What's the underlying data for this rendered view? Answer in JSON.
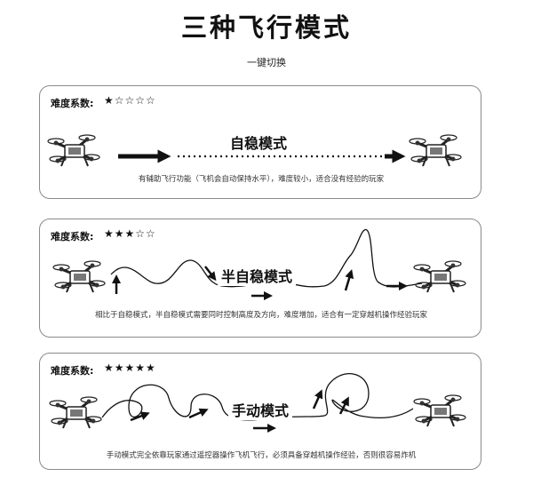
{
  "header": {
    "title": "三种飞行模式",
    "subtitle": "一键切换"
  },
  "difficulty_label": "难度系数:",
  "modes": [
    {
      "name": "自稳模式",
      "stars": "★☆☆☆☆",
      "stars_filled": 1,
      "description": "有辅助飞行功能（飞机会自动保持水平），难度较小，适合没有经验的玩家"
    },
    {
      "name": "半自稳模式",
      "stars": "★★★☆☆",
      "stars_filled": 3,
      "description": "相比于自稳模式，半自稳模式需要同时控制高度及方向，难度增加，适合有一定穿越机操作经验玩家"
    },
    {
      "name": "手动模式",
      "stars": "★★★★★",
      "stars_filled": 5,
      "description": "手动模式完全依靠玩家通过遥控器操作飞机飞行，必须具备穿越机操作经验，否则很容易炸机"
    }
  ],
  "colors": {
    "ink": "#111111",
    "border": "#8a8a8a"
  },
  "icons": [
    "drone-icon",
    "arrow-right-icon"
  ]
}
